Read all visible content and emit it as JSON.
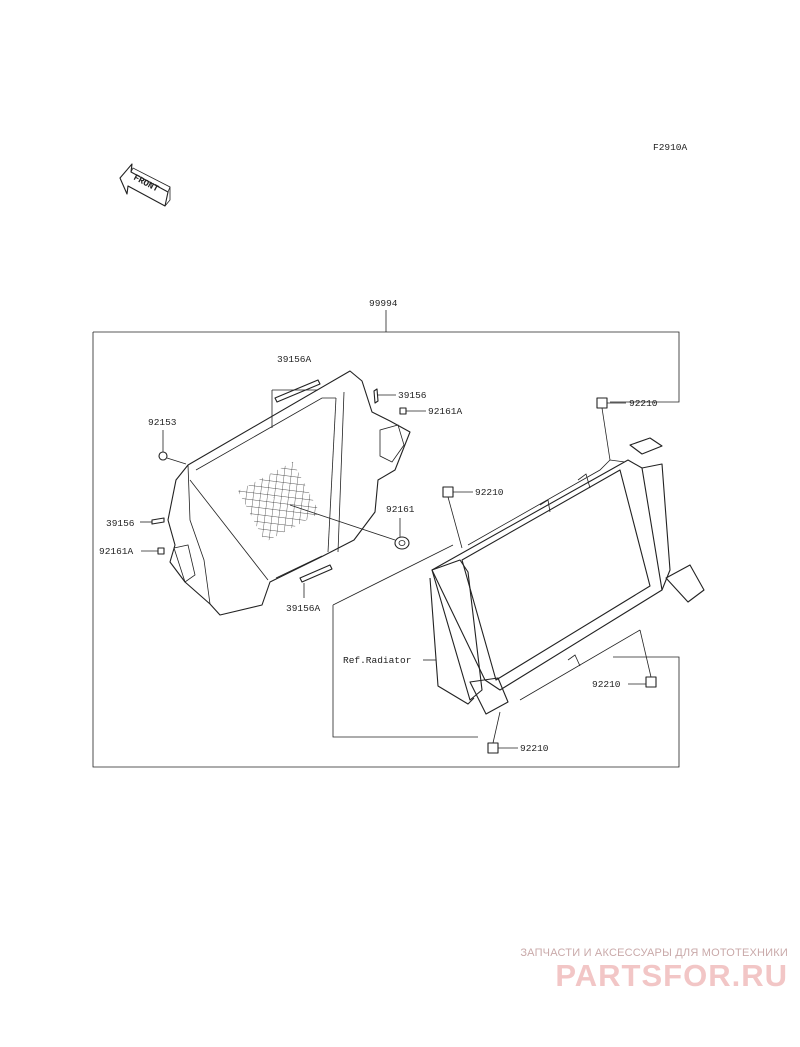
{
  "diagram": {
    "code": "F2910A",
    "front_label": "FRONT",
    "assembly_part": "99994",
    "ref_label": "Ref.Radiator",
    "parts": [
      {
        "id": "p1",
        "number": "39156A"
      },
      {
        "id": "p2",
        "number": "39156"
      },
      {
        "id": "p3",
        "number": "92161A"
      },
      {
        "id": "p4",
        "number": "92153"
      },
      {
        "id": "p5",
        "number": "39156"
      },
      {
        "id": "p6",
        "number": "92161A"
      },
      {
        "id": "p7",
        "number": "92161"
      },
      {
        "id": "p8",
        "number": "39156A"
      },
      {
        "id": "p9",
        "number": "92210"
      },
      {
        "id": "p10",
        "number": "92210"
      },
      {
        "id": "p11",
        "number": "92210"
      },
      {
        "id": "p12",
        "number": "92210"
      }
    ]
  },
  "watermark": {
    "subtitle": "ЗАПЧАСТИ И АКСЕССУАРЫ ДЛЯ МОТОТЕХНИКИ",
    "logo": "PARTSFOR.RU"
  }
}
